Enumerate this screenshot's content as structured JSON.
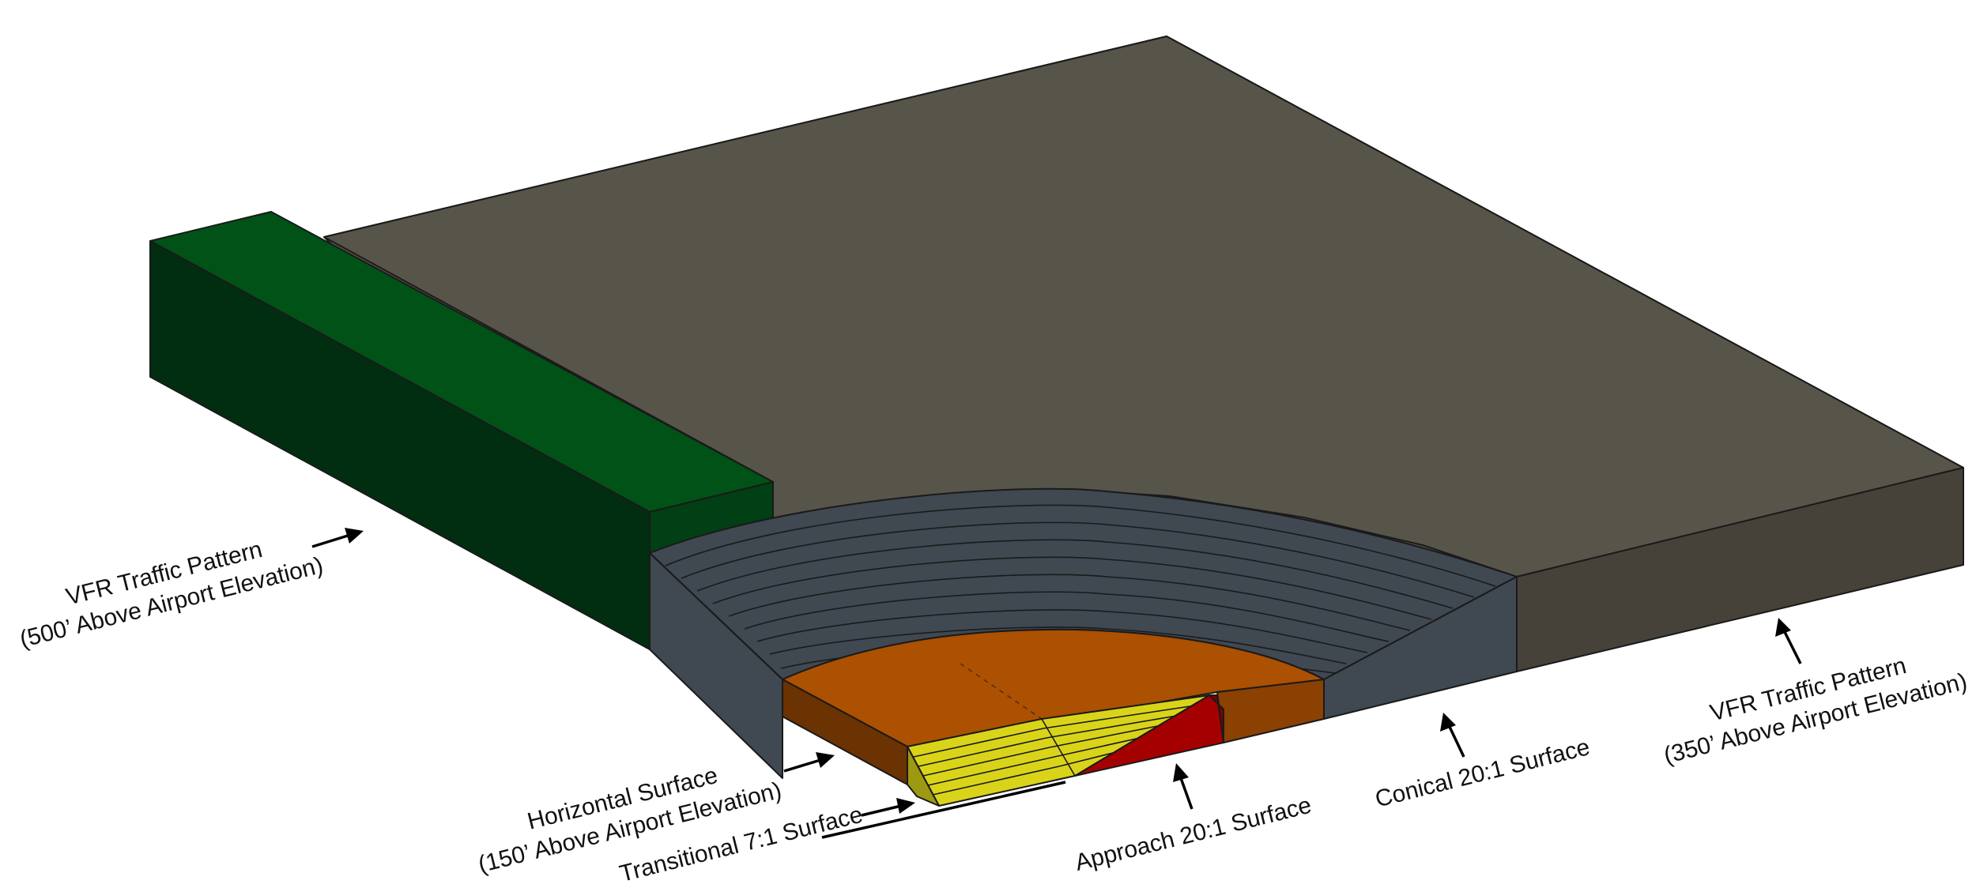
{
  "labels": {
    "vfr_500_line1": "VFR Traffic Pattern",
    "vfr_500_line2": "(500’ Above Airport Elevation)",
    "vfr_350_line1": "VFR Traffic Pattern",
    "vfr_350_line2": "(350’ Above Airport Elevation)",
    "horizontal_line1": "Horizontal Surface",
    "horizontal_line2": "(150’ Above Airport Elevation)",
    "transitional": "Transitional 7:1 Surface",
    "approach": "Approach 20:1 Surface",
    "conical": "Conical 20:1 Surface"
  },
  "colors": {
    "vfr_350_top": "#57544a",
    "vfr_350_side": "#46423a",
    "vfr_500_top": "#015217",
    "vfr_500_side": "#012e10",
    "conical": "#404852",
    "horizontal_top": "#ac5002",
    "horizontal_side": "#6b3202",
    "transitional": "#d9d419",
    "approach": "#a50000"
  }
}
